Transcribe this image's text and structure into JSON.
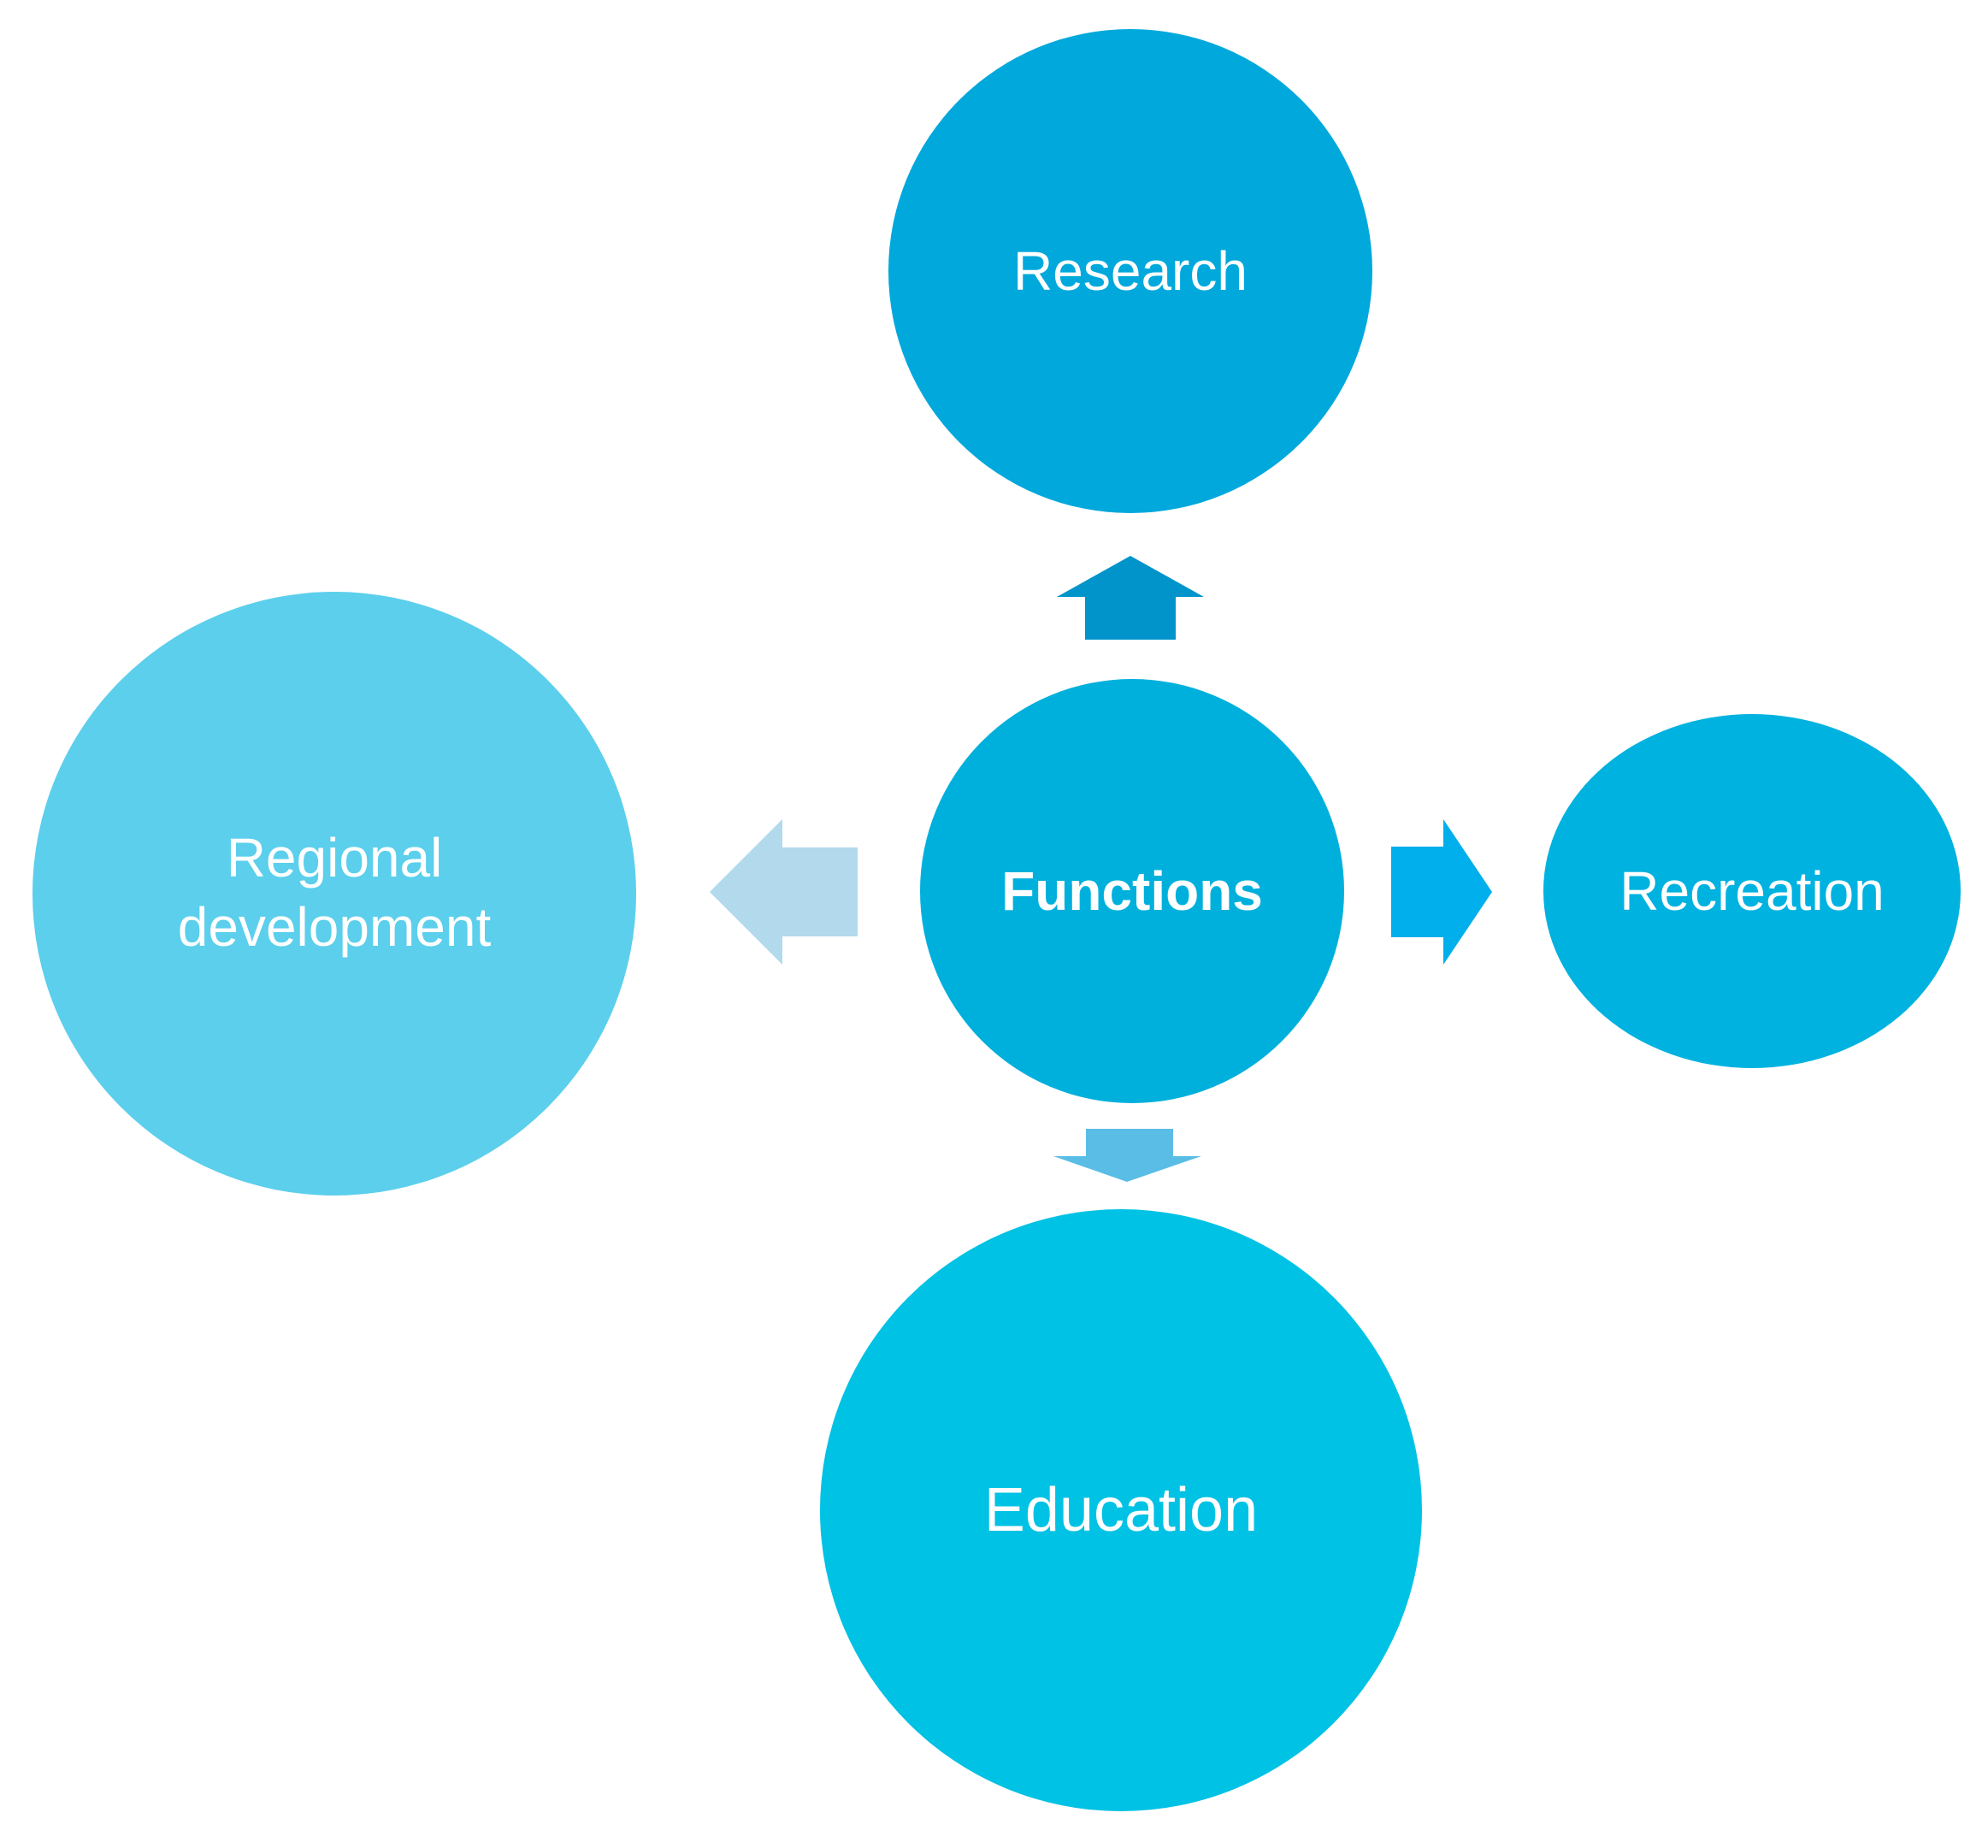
{
  "diagram": {
    "center": {
      "label": "Functions",
      "color": "#00B0DC"
    },
    "nodes": {
      "research": {
        "label": "Research",
        "color": "#00A8DC"
      },
      "regional": {
        "label_line1": "Regional",
        "label_line2": "development",
        "color": "#5BCFEC"
      },
      "recreation": {
        "label": "Recreation",
        "color": "#00B2DF"
      },
      "education": {
        "label": "Education",
        "color": "#00C2E4"
      }
    },
    "arrows": {
      "up": {
        "color": "#0094CB"
      },
      "left": {
        "color": "#B2D9EC"
      },
      "right": {
        "color": "#00AFEB"
      },
      "down": {
        "color": "#5ABDE6"
      }
    }
  }
}
